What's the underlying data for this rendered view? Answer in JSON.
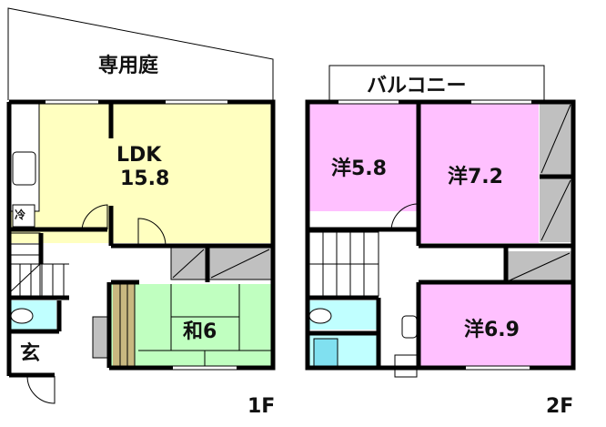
{
  "floor1": {
    "label": "1F",
    "garden": "専用庭",
    "ldk_name": "LDK",
    "ldk_size": "15.8",
    "fridge": "冷",
    "washitsu": "和6",
    "entrance": "玄"
  },
  "floor2": {
    "label": "2F",
    "balcony": "バルコニー",
    "room_a": "洋5.8",
    "room_b": "洋7.2",
    "room_c": "洋6.9"
  },
  "colors": {
    "ldk": "#FFFFC0",
    "washitsu": "#C0FFC0",
    "western": "#FFC0FF",
    "wet_area": "#C0FFFF",
    "storage": "#C0C0C0",
    "tatami_edge": "#C8B880",
    "wall": "#000000"
  }
}
